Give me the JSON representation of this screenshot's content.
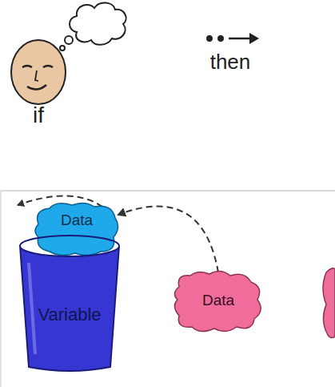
{
  "diagram": {
    "nodes": [
      {
        "text": [
          "Data"
        ]
      },
      {
        "text": [
          "Variable"
        ]
      },
      {
        "text": [
          "Data"
        ]
      }
    ],
    "edges": [
      {
        "from": 2,
        "to": 0,
        "arrow": "to"
      }
    ],
    "labels": [
      "if",
      "then"
    ]
  }
}
